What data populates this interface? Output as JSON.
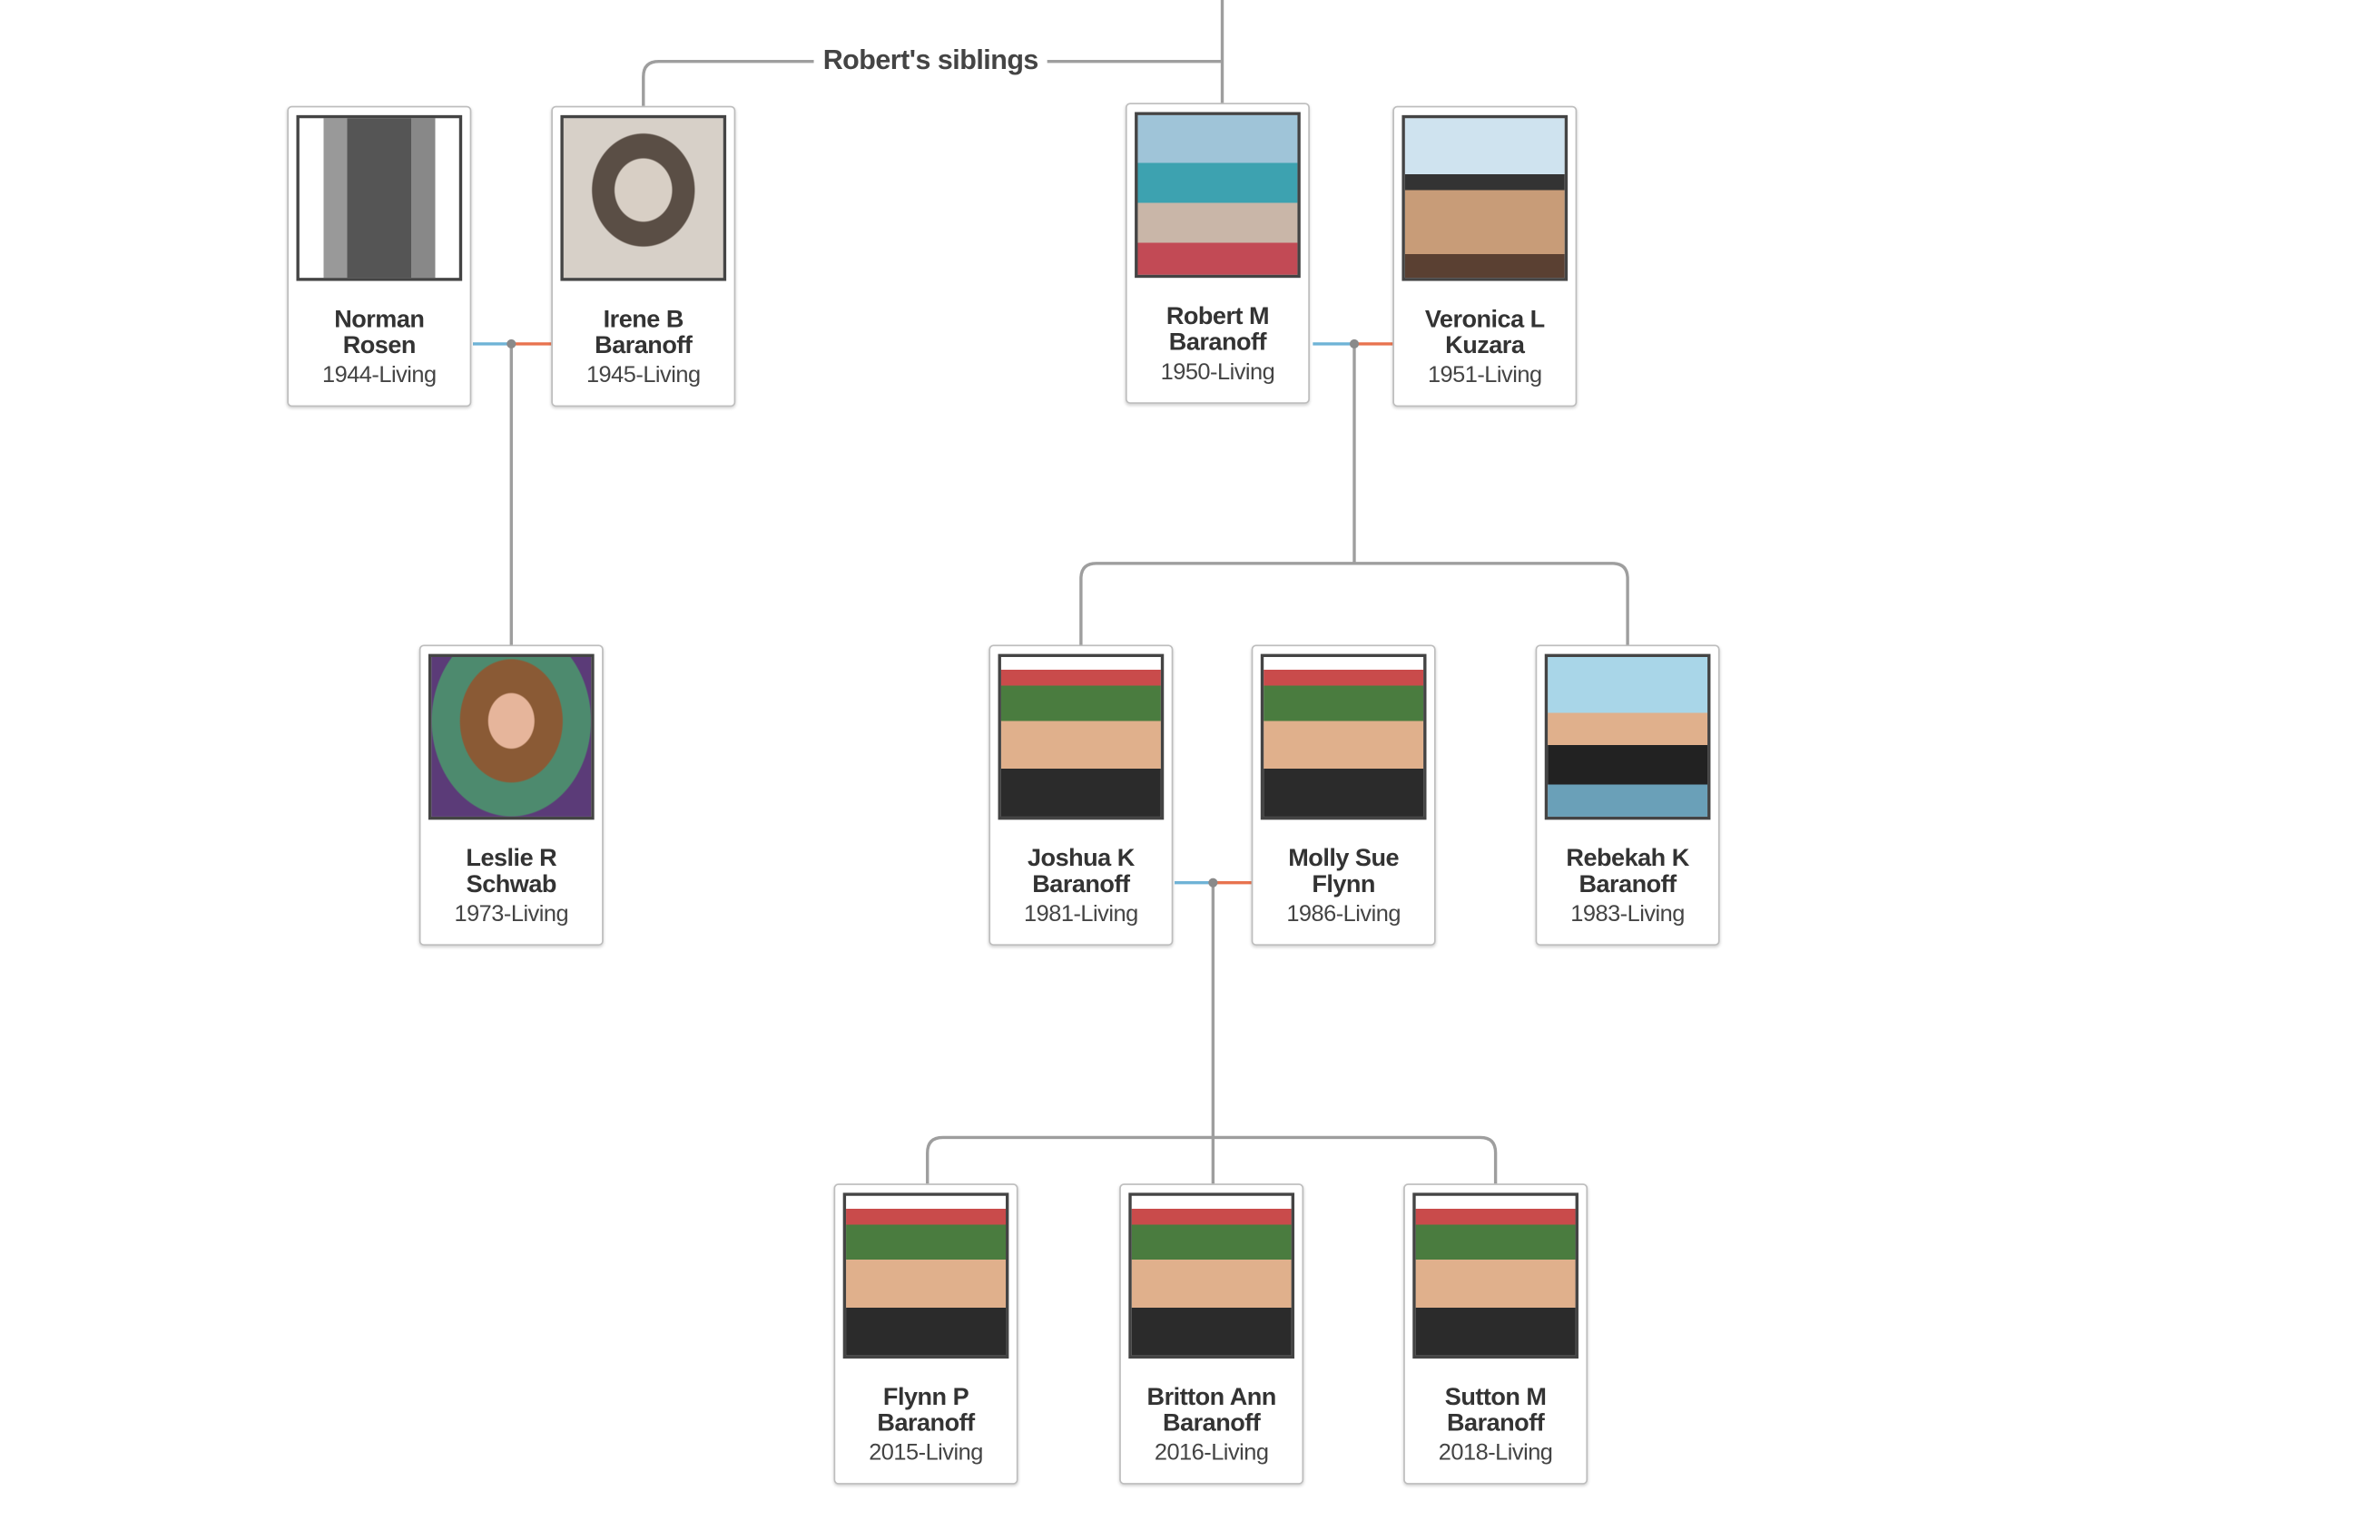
{
  "label": "Robert's siblings",
  "colors": {
    "line": "#9e9e9e",
    "male_link": "#6fb3d6",
    "female_link": "#e8734f"
  },
  "people": {
    "norman": {
      "name1": "Norman",
      "name2": "Rosen",
      "dates": "1944-Living"
    },
    "irene": {
      "name1": "Irene B",
      "name2": "Baranoff",
      "dates": "1945-Living"
    },
    "robert": {
      "name1": "Robert M",
      "name2": "Baranoff",
      "dates": "1950-Living"
    },
    "veronica": {
      "name1": "Veronica L",
      "name2": "Kuzara",
      "dates": "1951-Living"
    },
    "leslie": {
      "name1": "Leslie R",
      "name2": "Schwab",
      "dates": "1973-Living"
    },
    "joshua": {
      "name1": "Joshua K",
      "name2": "Baranoff",
      "dates": "1981-Living"
    },
    "molly": {
      "name1": "Molly Sue",
      "name2": "Flynn",
      "dates": "1986-Living"
    },
    "rebekah": {
      "name1": "Rebekah K",
      "name2": "Baranoff",
      "dates": "1983-Living"
    },
    "flynn": {
      "name1": "Flynn P",
      "name2": "Baranoff",
      "dates": "2015-Living"
    },
    "britton": {
      "name1": "Britton Ann",
      "name2": "Baranoff",
      "dates": "2016-Living"
    },
    "sutton": {
      "name1": "Sutton M",
      "name2": "Baranoff",
      "dates": "2018-Living"
    }
  }
}
